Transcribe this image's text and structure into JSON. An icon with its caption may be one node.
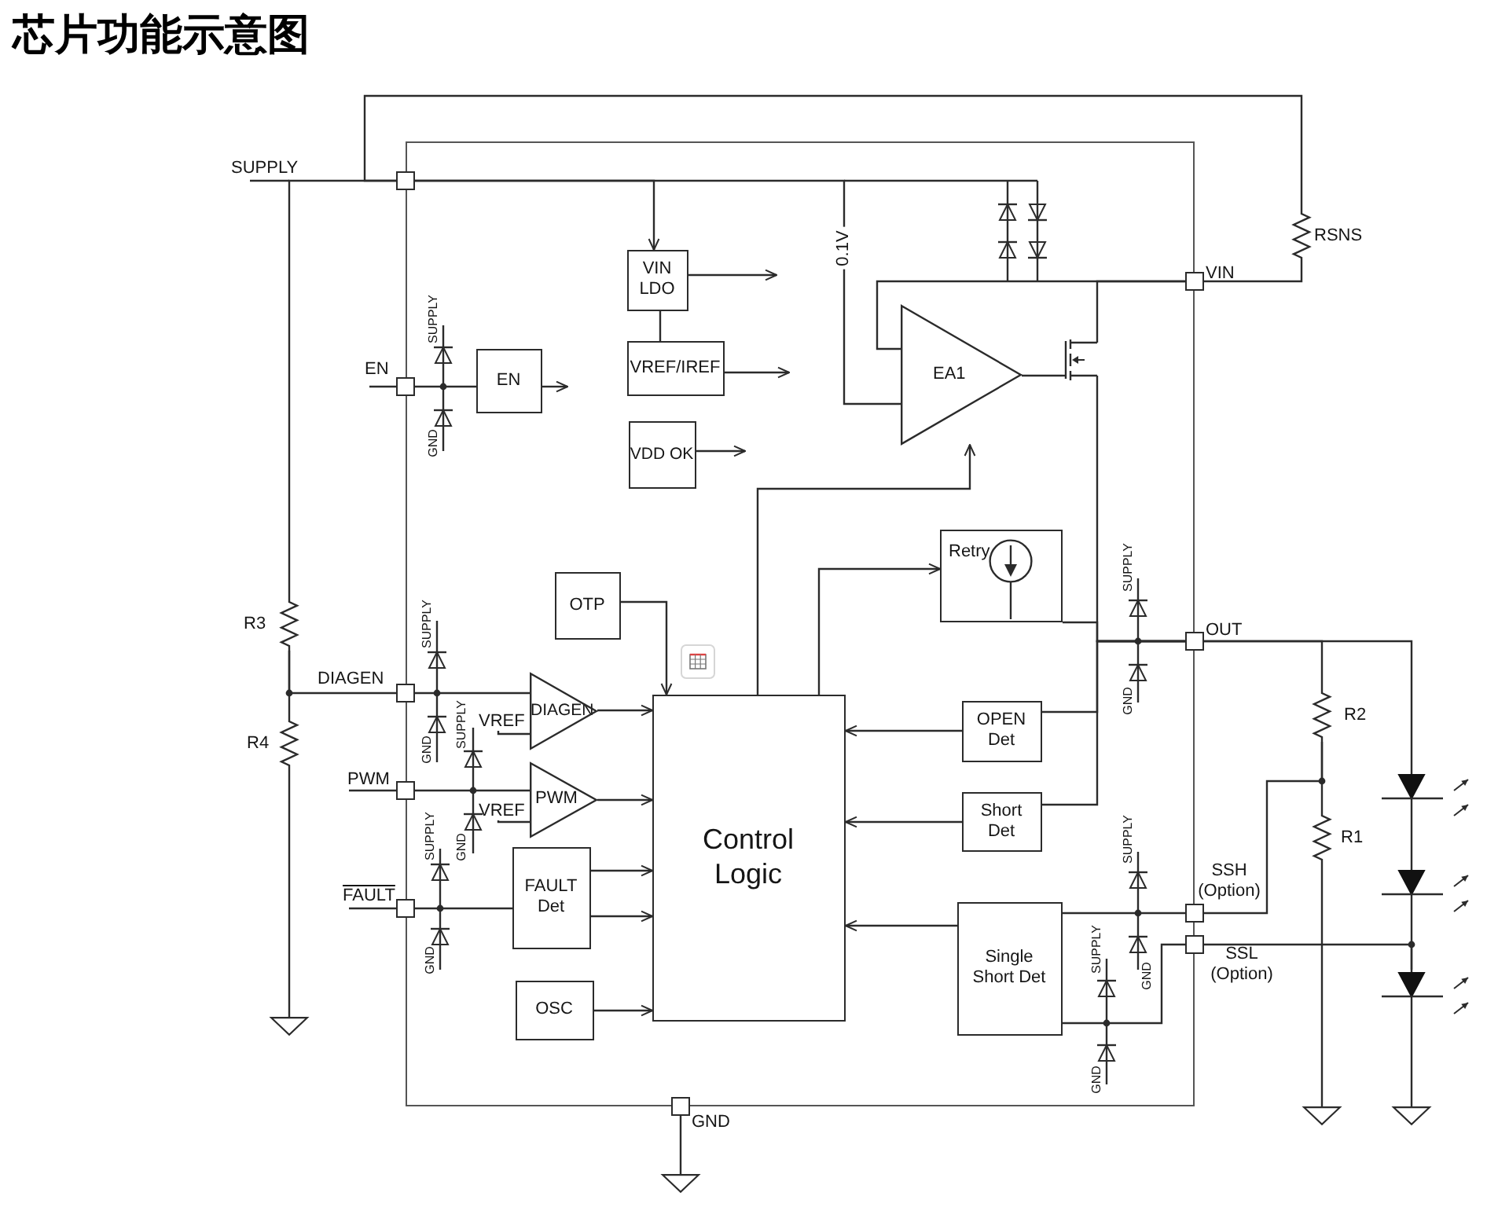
{
  "diagram": {
    "title": "芯片功能示意图",
    "nodes": [
      {
        "text": [],
        "shape": "box"
      },
      {
        "text": [],
        "shape": "box"
      },
      {
        "text": [
          "VIN LDO"
        ],
        "in": 0
      },
      {
        "text": [],
        "shape": "box",
        "beside": [
          "VIN"
        ]
      },
      {
        "text": [
          "RSNS"
        ]
      },
      {
        "text": [],
        "shape": "box",
        "beside": [
          "EN"
        ]
      },
      {
        "text": [
          "EN"
        ],
        "in": 0
      },
      {
        "text": [
          "VREF/IREF"
        ],
        "in": 0
      },
      {
        "text": [
          "EA1"
        ],
        "in": 0
      },
      {
        "text": [],
        "shape": "transistor",
        "in": 0
      },
      {
        "text": [
          "VDD OK"
        ],
        "in": 0
      },
      {
        "text": [
          "Retry"
        ],
        "in": 0
      },
      {
        "text": [
          "R3"
        ]
      },
      {
        "text": [
          "OTP"
        ],
        "in": 0
      },
      {
        "text": [],
        "shape": "box",
        "beside": [
          "OUT"
        ]
      },
      {
        "text": [],
        "shape": "box",
        "beside": [
          "DIAGEN"
        ]
      },
      {
        "text": [
          "Control Logic"
        ],
        "in": 0
      },
      {
        "text": [
          "DIAGEN"
        ],
        "in": 0
      },
      {
        "text": [
          "VREF"
        ],
        "in": 0
      },
      {
        "text": [
          "OPEN Det"
        ],
        "in": 0
      },
      {
        "text": [
          "R2"
        ]
      },
      {
        "text": [
          "R4"
        ]
      },
      {
        "text": [],
        "shape": "led"
      },
      {
        "text": [],
        "shape": "box",
        "beside": [
          "PWM"
        ]
      },
      {
        "text": [
          "PWM"
        ],
        "in": 0
      },
      {
        "text": [
          "VREF"
        ],
        "in": 0
      },
      {
        "text": [
          "Short Det"
        ],
        "in": 0
      },
      {
        "text": [
          "R1"
        ]
      },
      {
        "text": [
          "FAULT Det"
        ],
        "in": 0
      },
      {
        "text": [],
        "shape": "led"
      },
      {
        "text": [
          "Single Short Det"
        ],
        "in": 0
      },
      {
        "text": [],
        "shape": "box",
        "beside": [
          "FAULT"
        ]
      },
      {
        "text": [],
        "shape": "box",
        "beside": [
          "SSH (Option)"
        ]
      },
      {
        "text": [],
        "shape": "box",
        "beside": [
          "SSL (Option)"
        ]
      },
      {
        "text": [],
        "shape": "led"
      },
      {
        "text": [
          "OSC"
        ],
        "in": 0
      },
      {
        "text": [],
        "shape": "ground"
      },
      {
        "text": [],
        "shape": "box",
        "beside": [
          "GND"
        ]
      },
      {
        "text": [],
        "shape": "ground"
      },
      {
        "text": [],
        "shape": "ground"
      },
      {
        "text": [],
        "shape": "ground"
      }
    ],
    "edges": [
      {
        "from": 1,
        "to": 2,
        "arrow": "to"
      },
      {
        "from": 2,
        "to": null,
        "arrow": "to"
      },
      {
        "from": 2,
        "to": 7,
        "arrow": "none"
      },
      {
        "from": 7,
        "to": null,
        "arrow": "to"
      },
      {
        "from": 1,
        "to": 8,
        "arrow": "none",
        "label": "0.1V"
      },
      {
        "from": 3,
        "to": 8,
        "arrow": "none"
      },
      {
        "from": 8,
        "to": 9,
        "arrow": "none"
      },
      {
        "from": 9,
        "to": 3,
        "arrow": "none"
      },
      {
        "from": 1,
        "to": 4,
        "arrow": "none"
      },
      {
        "from": 4,
        "to": 3,
        "arrow": "none"
      },
      {
        "from": 5,
        "to": 6,
        "arrow": "none"
      },
      {
        "from": 6,
        "to": null,
        "arrow": "to"
      },
      {
        "from": 10,
        "to": null,
        "arrow": "to"
      },
      {
        "from": 1,
        "to": 12,
        "arrow": "none"
      },
      {
        "from": 16,
        "to": 11,
        "arrow": "to"
      },
      {
        "from": 16,
        "to": 8,
        "arrow": "to"
      },
      {
        "from": 11,
        "to": 14,
        "arrow": "none"
      },
      {
        "from": 9,
        "to": 14,
        "arrow": "none"
      },
      {
        "from": 13,
        "to": 16,
        "arrow": "to"
      },
      {
        "from": 12,
        "to": 21,
        "arrow": "none"
      },
      {
        "from": 15,
        "to": 12,
        "arrow": "none"
      },
      {
        "from": 15,
        "to": 17,
        "arrow": "none"
      },
      {
        "from": 18,
        "to": 17,
        "arrow": "none"
      },
      {
        "from": 17,
        "to": 16,
        "arrow": "to"
      },
      {
        "from": 19,
        "to": 16,
        "arrow": "to"
      },
      {
        "from": 19,
        "to": 14,
        "arrow": "none"
      },
      {
        "from": 14,
        "to": 20,
        "arrow": "none"
      },
      {
        "from": 14,
        "to": 22,
        "arrow": "none"
      },
      {
        "from": 20,
        "to": 27,
        "arrow": "none"
      },
      {
        "from": 21,
        "to": 36,
        "arrow": "none"
      },
      {
        "from": 23,
        "to": 24,
        "arrow": "none"
      },
      {
        "from": 25,
        "to": 24,
        "arrow": "none"
      },
      {
        "from": 24,
        "to": 16,
        "arrow": "to"
      },
      {
        "from": 26,
        "to": 16,
        "arrow": "to"
      },
      {
        "from": 26,
        "to": 14,
        "arrow": "none"
      },
      {
        "from": 32,
        "to": 20,
        "arrow": "none"
      },
      {
        "from": 22,
        "to": 29,
        "arrow": "none"
      },
      {
        "from": 28,
        "to": 16,
        "arrow": "to"
      },
      {
        "from": 28,
        "to": 16,
        "arrow": "to"
      },
      {
        "from": 31,
        "to": 28,
        "arrow": "none"
      },
      {
        "from": 27,
        "to": 38,
        "arrow": "none"
      },
      {
        "from": 30,
        "to": 16,
        "arrow": "to"
      },
      {
        "from": 30,
        "to": 32,
        "arrow": "none"
      },
      {
        "from": 30,
        "to": 33,
        "arrow": "none"
      },
      {
        "from": 33,
        "to": 34,
        "arrow": "none"
      },
      {
        "from": 29,
        "to": 34,
        "arrow": "none"
      },
      {
        "from": 34,
        "to": 39,
        "arrow": "none"
      },
      {
        "from": 35,
        "to": 16,
        "arrow": "to"
      },
      {
        "from": 37,
        "to": 40,
        "arrow": "none"
      }
    ],
    "labels": [
      "SUPPLY",
      "SUPPLY",
      "GND",
      "SUPPLY",
      "SUPPLY",
      "GND",
      "SUPPLY",
      "GND",
      "SUPPLY",
      "SUPPLY",
      "GND",
      "SUPPLY",
      "GND",
      "GND",
      "GND"
    ]
  }
}
